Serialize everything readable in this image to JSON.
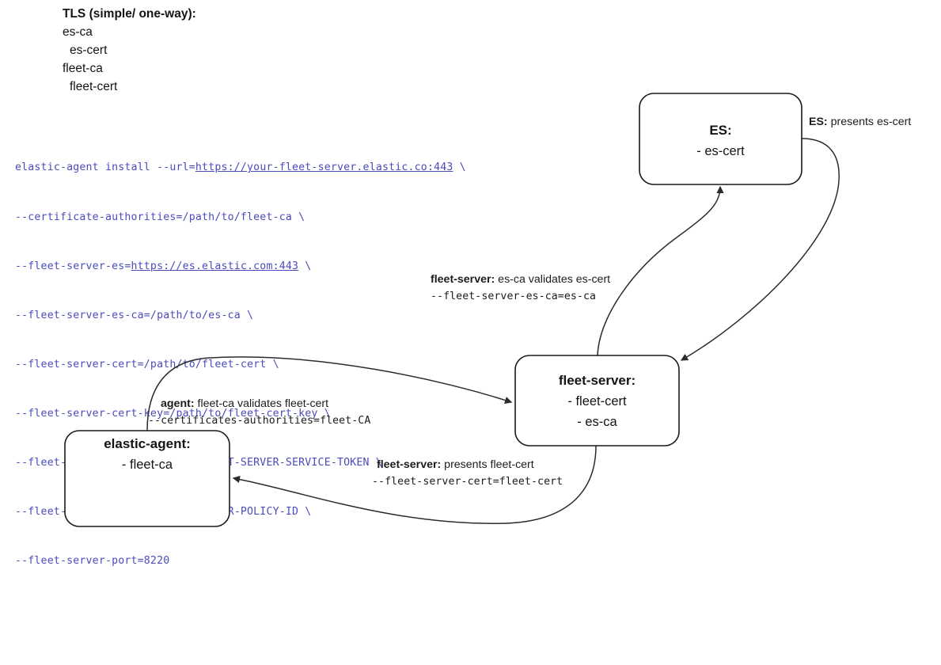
{
  "notes": {
    "title": "TLS (simple/ one-way):",
    "lines": [
      {
        "text": "es-ca",
        "indent": false
      },
      {
        "text": "es-cert",
        "indent": true
      },
      {
        "text": "fleet-ca",
        "indent": false
      },
      {
        "text": "fleet-cert",
        "indent": true
      }
    ]
  },
  "command": {
    "line1_pre": "elastic-agent install --url=",
    "line1_link": "https://your-fleet-server.elastic.co:443",
    "line1_post": " \\",
    "line2": "--certificate-authorities=/path/to/fleet-ca \\",
    "line3_pre": "--fleet-server-es=",
    "line3_link": "https://es.elastic.com:443",
    "line3_post": " \\",
    "line4": "--fleet-server-es-ca=/path/to/es-ca \\",
    "line5": "--fleet-server-cert=/path/to/fleet-cert \\",
    "line6": "--fleet-server-cert-key=/path/to/fleet-cert-key \\",
    "line7": "--fleet-server-service-token=FLEET-SERVER-SERVICE-TOKEN \\",
    "line8": "--fleet-server-policy=FLEET-SERVER-POLICY-ID \\",
    "line9": "--fleet-server-port=8220"
  },
  "nodes": {
    "es": {
      "title": "ES:",
      "item1": "- es-cert"
    },
    "fleet_server": {
      "title": "fleet-server:",
      "item1": "- fleet-cert",
      "item2": "- es-ca"
    },
    "elastic_agent": {
      "title": "elastic-agent:",
      "item1": "- fleet-ca"
    }
  },
  "edge_labels": {
    "es_presents": {
      "strong": "ES:",
      "rest": " presents es-cert"
    },
    "fleet_validates": {
      "strong": "fleet-server:",
      "rest": " es-ca validates es-cert",
      "mono": "--fleet-server-es-ca=es-ca"
    },
    "agent_validates": {
      "strong": "agent:",
      "rest": " fleet-ca validates fleet-cert",
      "mono": "--certificates-authorities=fleet-CA"
    },
    "fleet_presents": {
      "strong": "fleet-server:",
      "rest": " presents fleet-cert",
      "mono": "--fleet-server-cert=fleet-cert"
    }
  },
  "colors": {
    "command_text": "#4b4bbd",
    "stroke": "#2b2b2b",
    "text": "#141414",
    "background": "#ffffff"
  }
}
